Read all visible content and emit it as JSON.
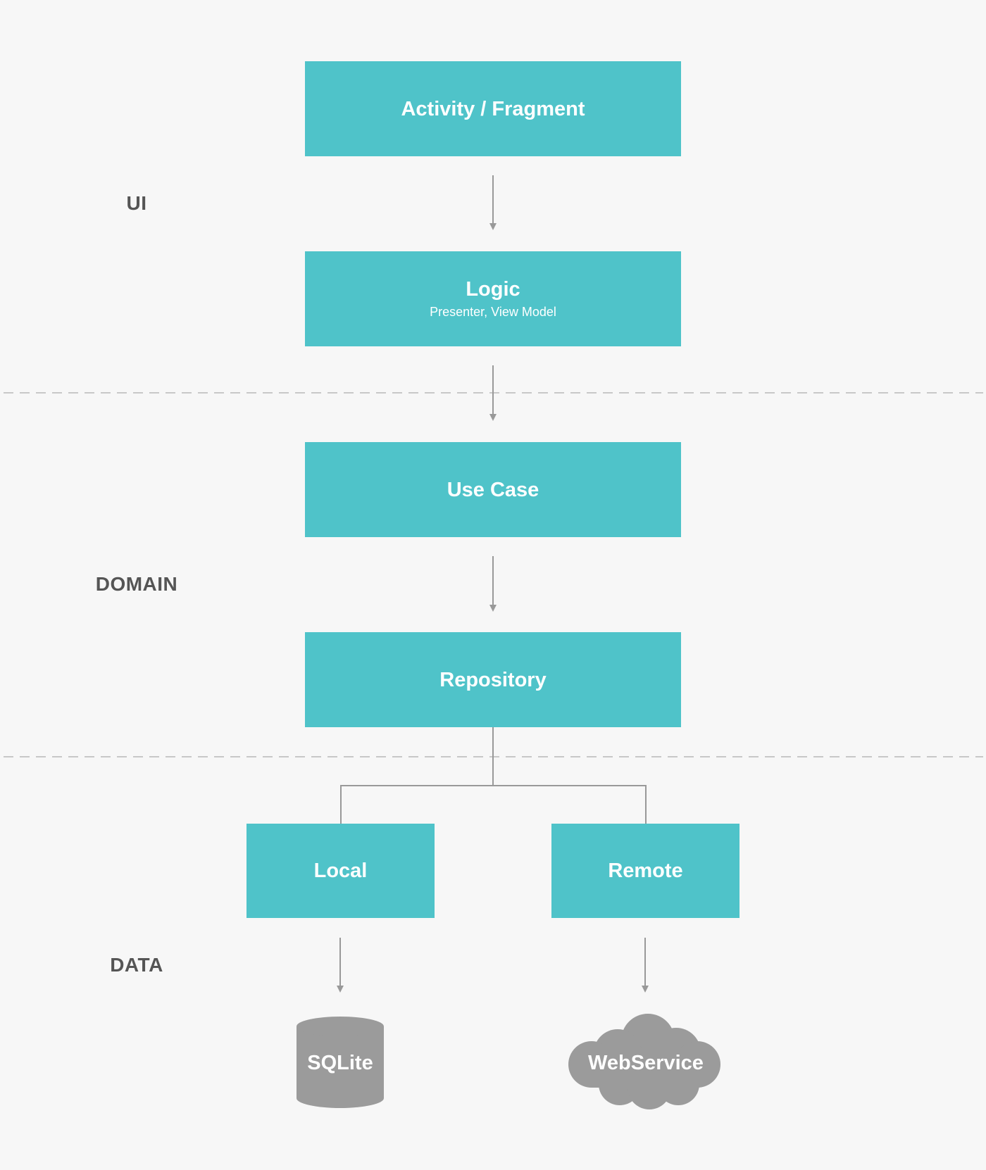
{
  "layers": {
    "ui": "UI",
    "domain": "DOMAIN",
    "data": "DATA"
  },
  "boxes": {
    "activity": "Activity / Fragment",
    "logic_title": "Logic",
    "logic_subtitle": "Presenter, View Model",
    "usecase": "Use Case",
    "repository": "Repository",
    "local": "Local",
    "remote": "Remote"
  },
  "stores": {
    "sqlite": "SQLite",
    "webservice": "WebService"
  },
  "colors": {
    "background": "#f7f7f7",
    "box": "#4fc3c9",
    "box_text": "#ffffff",
    "label": "#555555",
    "line": "#999999",
    "divider": "#c8c8c8",
    "store": "#9b9b9b"
  }
}
